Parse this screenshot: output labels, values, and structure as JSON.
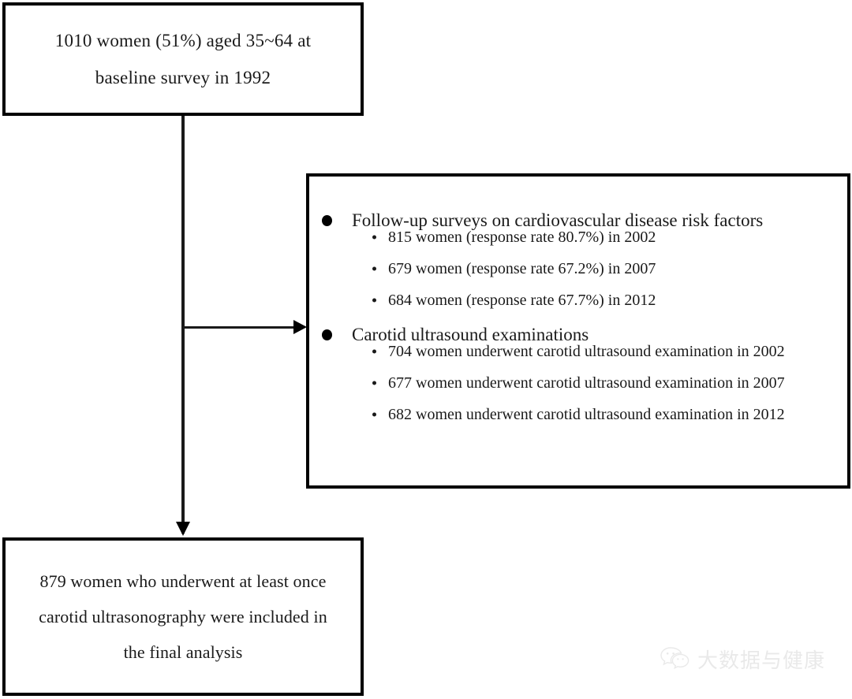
{
  "diagram": {
    "type": "flowchart",
    "title": "Study participant flow diagram",
    "background_color": "#ffffff",
    "line_color": "#000000"
  },
  "baseline_box": {
    "lines": [
      "1010 women (51%) aged 35~64 at",
      "baseline survey in 1992"
    ]
  },
  "followup_box": {
    "groups": [
      {
        "heading": "Follow-up surveys on cardiovascular disease risk factors",
        "items": [
          "815 women (response rate 80.7%) in 2002",
          "679 women (response rate 67.2%) in 2007",
          "684 women (response rate 67.7%) in 2012"
        ]
      },
      {
        "heading": "Carotid ultrasound examinations",
        "items": [
          "704 women underwent carotid ultrasound examination in 2002",
          "677 women underwent carotid ultrasound examination in 2007",
          "682 women underwent carotid ultrasound examination in 2012"
        ]
      }
    ]
  },
  "final_box": {
    "lines": [
      "879 women who underwent at least once",
      "carotid ultrasonography were included in",
      "the final analysis"
    ]
  },
  "watermark": {
    "text": "大数据与健康",
    "icon": "wechat-icon",
    "color": "#b9b9b9"
  }
}
